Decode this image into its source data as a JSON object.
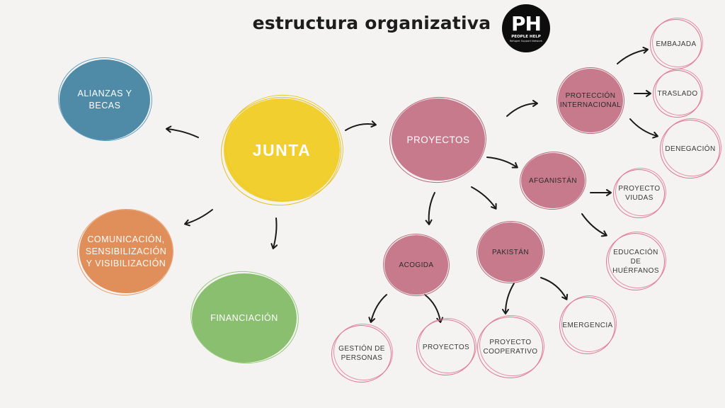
{
  "title": "estructura organizativa",
  "logo": {
    "mark": "PH",
    "name": "PEOPLE HELP",
    "tagline": "Refugee Support Network"
  },
  "colors": {
    "yellow": "#f0cf2e",
    "blue": "#4f8aa6",
    "orange": "#e08f5a",
    "green": "#89bf6f",
    "mauve": "#c77a8c",
    "pink_outline": "#e07590",
    "arrow": "#1a1a1a",
    "background": "#f4f3f2"
  },
  "nodes": {
    "junta": "JUNTA",
    "alianzas": "ALIANZAS Y BECAS",
    "comunicacion": "COMUNICACIÓN, SENSIBILIZACIÓN Y VISIBILIZACIÓN",
    "financiacion": "FINANCIACIÓN",
    "proyectos": "PROYECTOS",
    "proteccion": "PROTECCIÓN INTERNACIONAL",
    "afganistan": "AFGANISTÁN",
    "acogida": "ACOGIDA",
    "pakistan": "PAKISTÁN",
    "embajada": "EMBAJADA",
    "traslado": "TRASLADO",
    "denegacion": "DENEGACIÓN",
    "proyecto_viudas": "PROYECTO VIUDAS",
    "educacion_huerfanos": "EDUCACIÓN DE HUÉRFANOS",
    "gestion_personas": "GESTIÓN DE PERSONAS",
    "acogida_proyectos": "PROYECTOS",
    "proyecto_cooperativo": "PROYECTO COOPERATIVO",
    "emergencia": "EMERGENCIA"
  }
}
